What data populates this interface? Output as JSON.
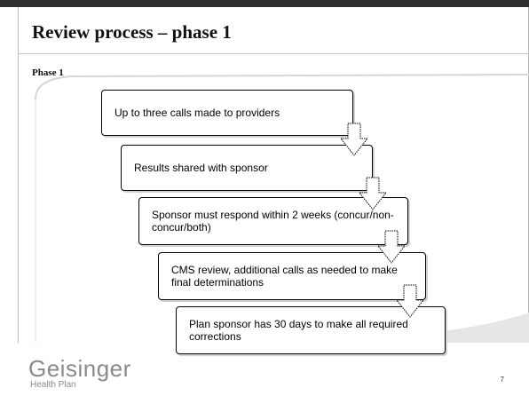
{
  "slide": {
    "title": "Review process – phase 1",
    "subtitle": "Phase 1",
    "page_number": "7"
  },
  "steps": [
    {
      "label": "Up to three calls made to providers"
    },
    {
      "label": "Results shared with sponsor"
    },
    {
      "label": "Sponsor must respond within 2 weeks (concur/non-concur/both)"
    },
    {
      "label": "CMS review, additional calls as needed to make final determinations"
    },
    {
      "label": "Plan sponsor has 30 days to make all required corrections"
    }
  ],
  "logo": {
    "name": "Geisinger",
    "tagline": "Health Plan"
  },
  "colors": {
    "top_bar": "#2f2f2f",
    "frame": "#b9b9b9",
    "wave": "#d6d6d6",
    "logo": "#8a8a8a"
  }
}
